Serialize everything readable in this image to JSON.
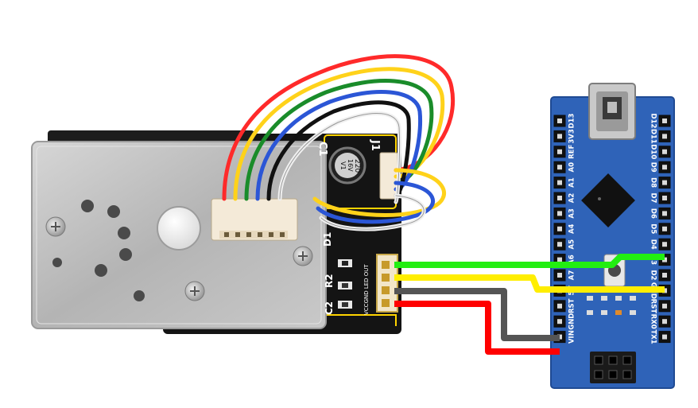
{
  "sensor": {
    "labels": {
      "c1": "C1",
      "j1": "J1",
      "d1": "D1",
      "c2": "C2",
      "r2": "R2",
      "pins": "VCCGND LED OUT",
      "cap_value": "220",
      "cap_voltage": "16V",
      "cap_code": "V1"
    }
  },
  "arduino": {
    "left_pins": [
      "D12",
      "D11",
      "D10",
      "D9",
      "D8",
      "D7",
      "D6",
      "D5",
      "D4",
      "D3",
      "D2",
      "GND",
      "RST",
      "RX0",
      "TX1"
    ],
    "right_pins": [
      "D13",
      "3V3",
      "REF",
      "A0",
      "A1",
      "A2",
      "A3",
      "A4",
      "A5",
      "A6",
      "A7",
      "5V",
      "RST",
      "GND",
      "VIN"
    ]
  },
  "wires": {
    "colors": {
      "out": "#22ee11",
      "led": "#ffee00",
      "gnd": "#555555",
      "vcc": "#ff0000"
    }
  },
  "colors": {
    "board_blue": "#2f63b8",
    "pcb_black": "#141414",
    "metal": "#bdbdbd"
  }
}
